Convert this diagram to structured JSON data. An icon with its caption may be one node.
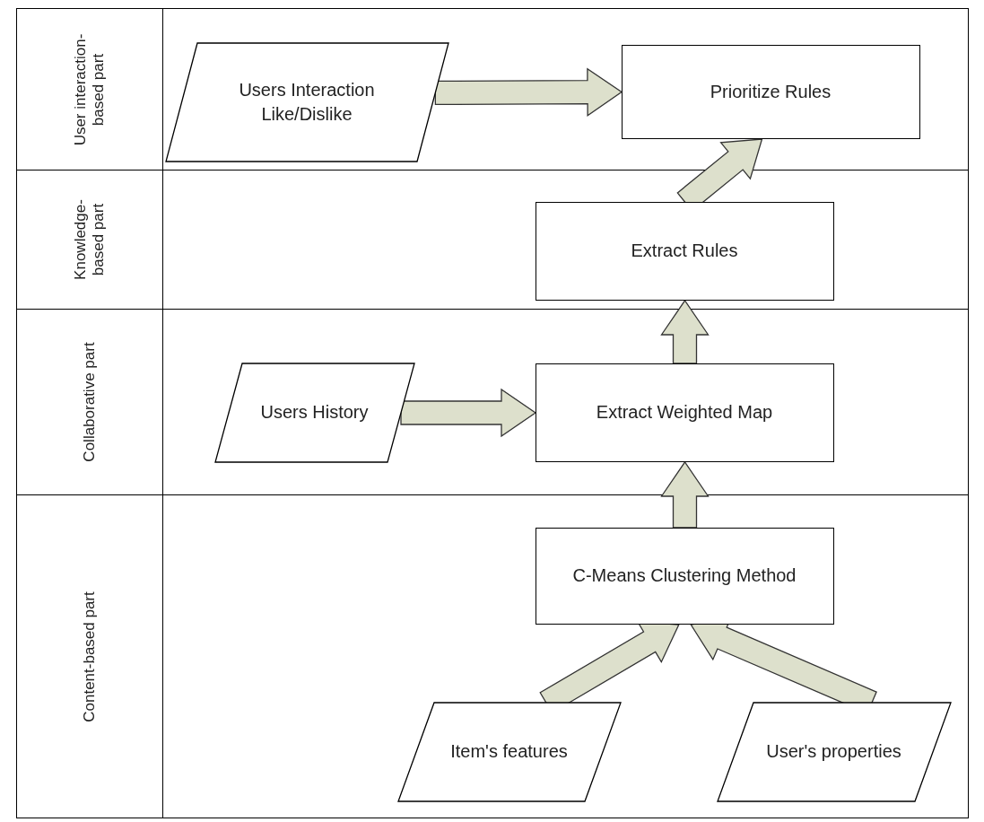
{
  "diagram": {
    "nodes": [
      {
        "text": [
          "User interaction-based part"
        ]
      },
      {
        "text": [
          "Users Interaction Like/Dislike"
        ],
        "in": 0
      },
      {
        "text": [
          "Prioritize Rules"
        ],
        "in": 0
      },
      {
        "text": [
          "Knowledge-based part"
        ]
      },
      {
        "text": [
          "Extract Rules"
        ],
        "in": 3
      },
      {
        "text": [
          "Collaborative part"
        ]
      },
      {
        "text": [
          "Users History"
        ],
        "in": 5
      },
      {
        "text": [
          "Extract Weighted Map"
        ],
        "in": 5
      },
      {
        "text": [
          "Content-based part"
        ]
      },
      {
        "text": [
          "C-Means Clustering Method"
        ],
        "in": 8
      },
      {
        "text": [
          "Item's features"
        ],
        "in": 8
      },
      {
        "text": [
          "User's properties"
        ],
        "in": 8
      }
    ],
    "edges": [
      {
        "from": 1,
        "to": 2,
        "arrow": "to",
        "style": "thick"
      },
      {
        "from": 4,
        "to": 2,
        "arrow": "to",
        "style": "thick"
      },
      {
        "from": 7,
        "to": 4,
        "arrow": "to",
        "style": "thick"
      },
      {
        "from": 6,
        "to": 7,
        "arrow": "to",
        "style": "thick"
      },
      {
        "from": 9,
        "to": 7,
        "arrow": "to",
        "style": "thick"
      },
      {
        "from": 10,
        "to": 9,
        "arrow": "to",
        "style": "thick"
      },
      {
        "from": 11,
        "to": 9,
        "arrow": "to",
        "style": "thick"
      }
    ]
  }
}
